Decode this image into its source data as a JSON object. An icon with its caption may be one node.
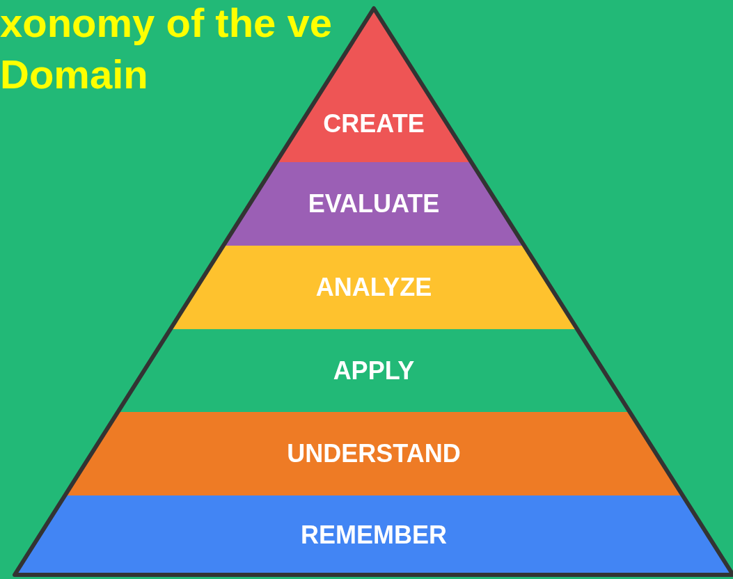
{
  "diagram": {
    "title": "xonomy of the ve Domain",
    "nodes": [
      {
        "text": [
          "CREATE"
        ]
      },
      {
        "text": [
          "EVALUATE"
        ]
      },
      {
        "text": [
          "ANALYZE"
        ]
      },
      {
        "text": [
          "APPLY"
        ]
      },
      {
        "text": [
          "UNDERSTAND"
        ]
      },
      {
        "text": [
          "REMEMBER"
        ]
      }
    ]
  }
}
